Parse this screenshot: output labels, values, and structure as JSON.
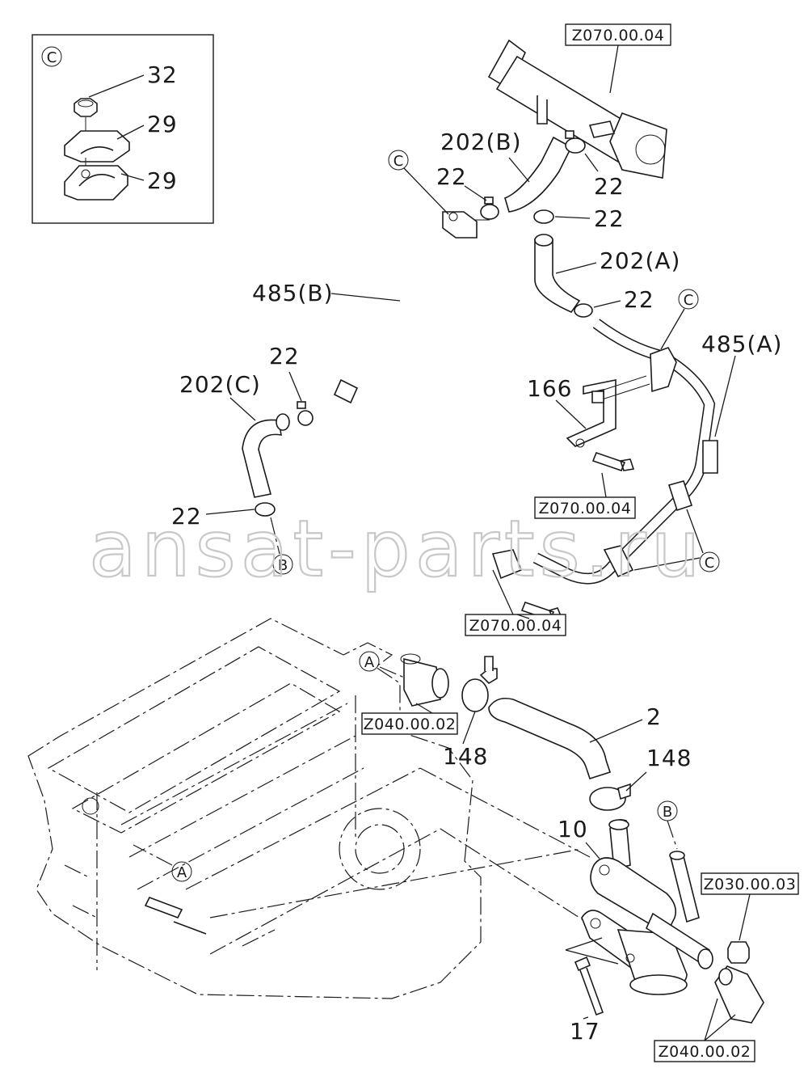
{
  "watermark": "ansat-parts.ru",
  "detail_box": {
    "marker": "C",
    "labels": {
      "nut": "32",
      "clamp_upper": "29",
      "clamp_lower": "29"
    }
  },
  "refs": {
    "top_pipe": "Z070.00.04",
    "bracket_bolt": "Z070.00.04",
    "flange_bolt": "Z070.00.04",
    "filter": "Z040.00.02",
    "right_fitting": "Z030.00.03",
    "bottom_filter": "Z040.00.02"
  },
  "labels": {
    "hose_b": "202(B)",
    "hose_a": "202(A)",
    "hose_c": "202(C)",
    "pipe_b": "485(B)",
    "pipe_a": "485(A)",
    "clip_1": "22",
    "clip_2": "22",
    "clip_3": "22",
    "clip_4": "22",
    "clip_5": "22",
    "clip_6": "22",
    "bracket": "166",
    "hose_2": "2",
    "clamp_148_left": "148",
    "clamp_148_right": "148",
    "housing": "10",
    "bolt": "17"
  },
  "markers": {
    "c_top": "C",
    "c_right": "C",
    "c_lower": "C",
    "b_left": "B",
    "b_right": "B",
    "a_top": "A",
    "a_block": "A"
  }
}
